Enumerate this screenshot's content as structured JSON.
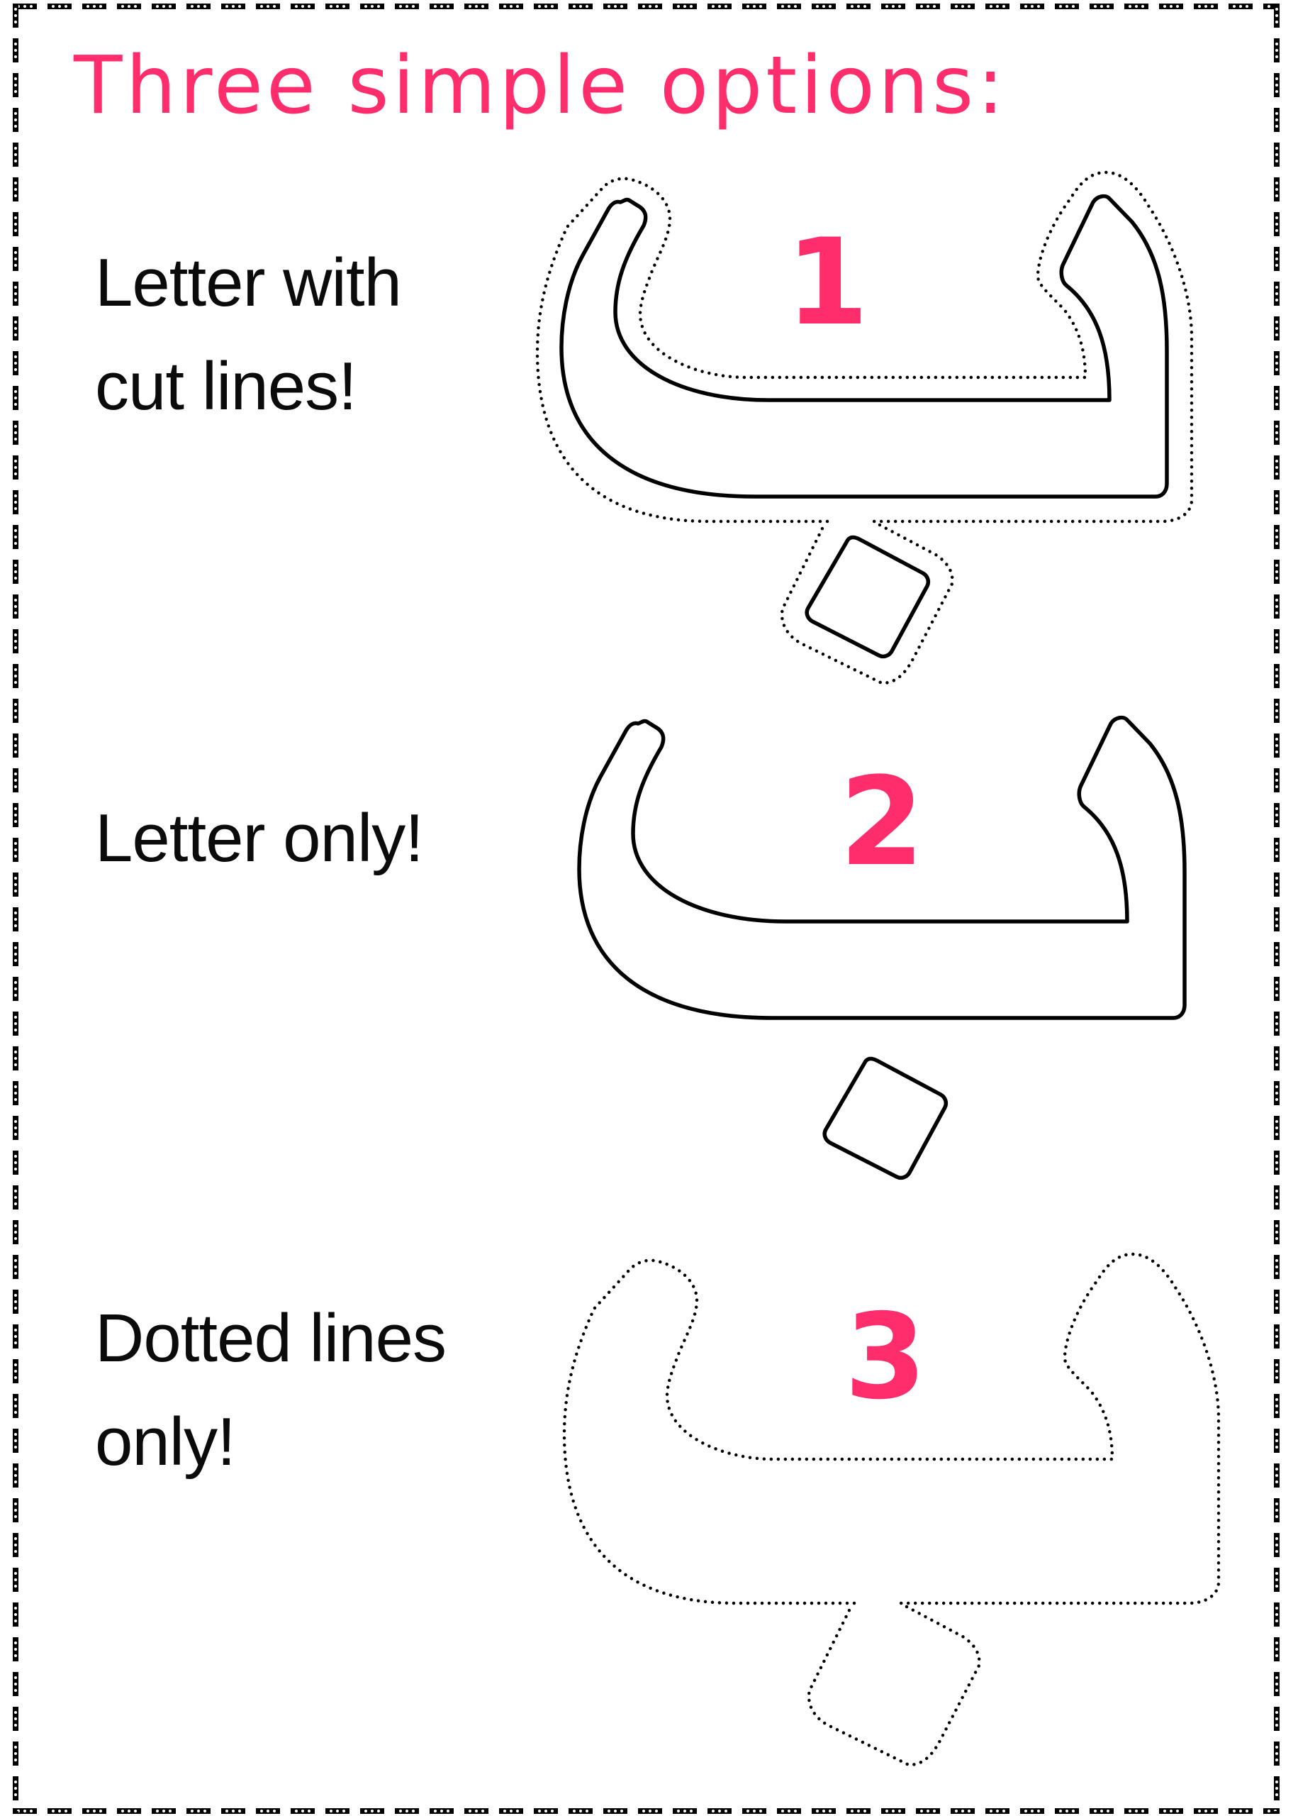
{
  "page": {
    "title": "Three simple options:",
    "accent_color": "#FF2D6B",
    "text_color": "#0B0B0B",
    "border_style": "film-strip dashed frame"
  },
  "options": [
    {
      "number": "1",
      "label_lines": [
        "Letter with",
        "cut lines!"
      ],
      "letter": "ب",
      "style": "solid outline with dotted cut line"
    },
    {
      "number": "2",
      "label_lines": [
        "Letter only!"
      ],
      "letter": "ب",
      "style": "solid outline only"
    },
    {
      "number": "3",
      "label_lines": [
        "Dotted lines",
        "only!"
      ],
      "letter": "ب",
      "style": "dotted outline only"
    }
  ],
  "icons": {
    "letter_glyph": "arabic-letter-baa-outline"
  }
}
